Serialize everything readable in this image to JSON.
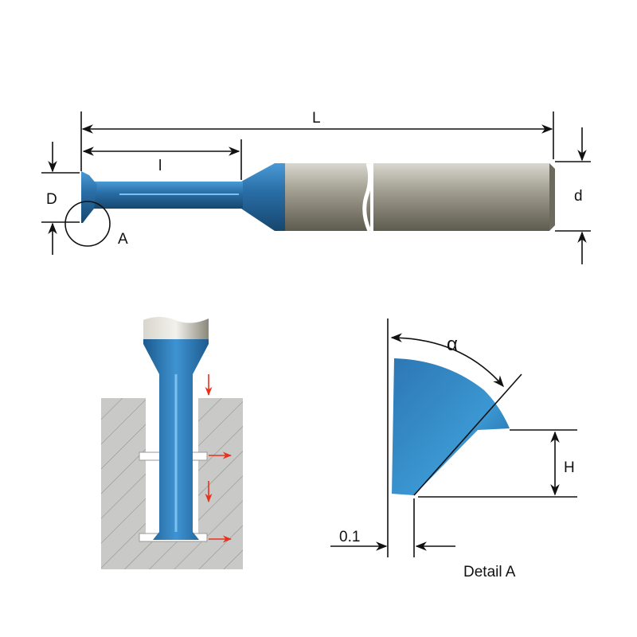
{
  "labels": {
    "overall_length": "L",
    "cutting_length": "l",
    "cutting_diameter": "D",
    "detail_marker": "A",
    "shank_diameter": "d",
    "angle": "α",
    "height": "H",
    "offset": "0.1",
    "detail_title": "Detail A"
  },
  "colors": {
    "coating_blue": "#2a6fa8",
    "shank_gray": "#8f8c80",
    "workpiece_gray": "#c9c9c7",
    "motion_arrow_red": "#e8321e"
  }
}
